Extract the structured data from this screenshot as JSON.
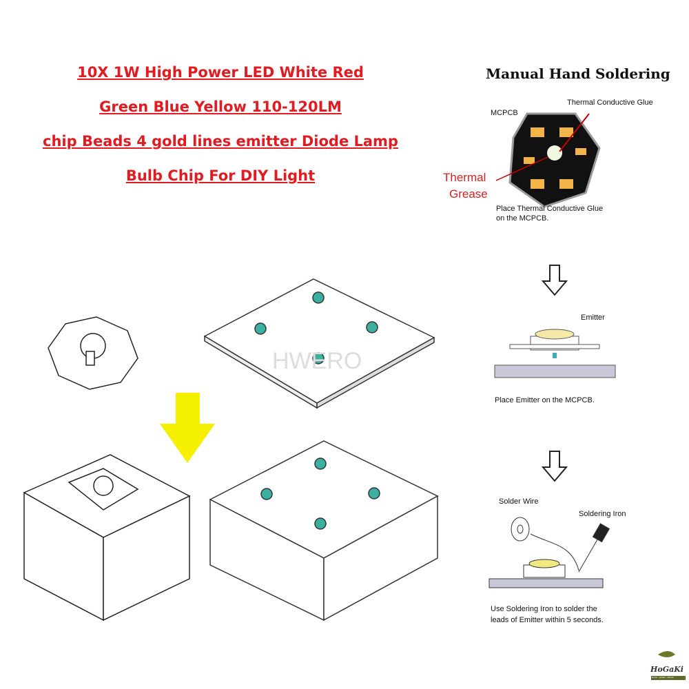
{
  "title_lines": [
    "10X 1W High Power LED White Red",
    "Green Blue Yellow 110-120LM",
    "chip Beads 4 gold lines emitter Diode Lamp",
    "Bulb Chip For DIY Light"
  ],
  "watermark": "HWERO",
  "steps": {
    "heading": "Manual Hand Soldering",
    "mcpcb_label": "MCPCB",
    "glue_label": "Thermal Conductive Glue",
    "grease_label": [
      "Thermal",
      "Grease"
    ],
    "step1_caption": [
      "Place Thermal Conductive Glue",
      "on the MCPCB."
    ],
    "emitter_label": "Emitter",
    "step2_caption": "Place Emitter on the MCPCB.",
    "solder_wire_label": "Solder Wire",
    "iron_label": "Soldering Iron",
    "step3_caption": [
      "Use Soldering Iron to solder the",
      "leads of Emitter within 5 seconds."
    ]
  },
  "logo": {
    "name": "HoGaKi",
    "tagline": "Home - garden - kitchen"
  },
  "colors": {
    "title": "#e11b22",
    "arrow": "#f5f000",
    "pad": "#f3b54a"
  }
}
